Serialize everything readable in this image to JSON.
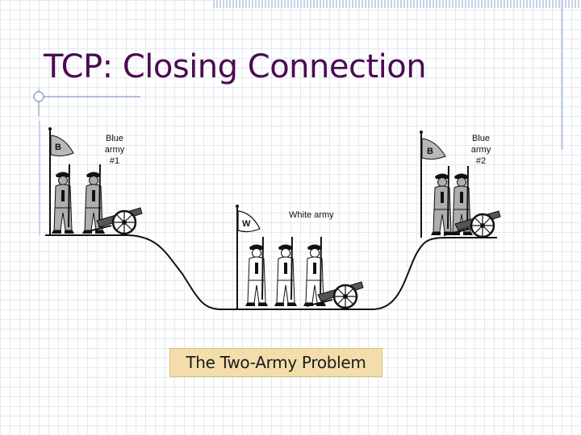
{
  "slide": {
    "title": "TCP: Closing Connection",
    "caption": "The Two-Army Problem"
  },
  "figure": {
    "blue_army_1": {
      "flag_letter": "B",
      "label_lines": [
        "Blue",
        "army",
        "#1"
      ]
    },
    "blue_army_2": {
      "flag_letter": "B",
      "label_lines": [
        "Blue",
        "army",
        "#2"
      ]
    },
    "white_army": {
      "flag_letter": "W",
      "label": "White army"
    }
  },
  "colors": {
    "title": "#4b0b52",
    "caption_background": "#f3deab",
    "grid_lines": "#e4e8f0",
    "blue_army_fill": "#aeaeae",
    "white_army_fill": "#ffffff"
  }
}
